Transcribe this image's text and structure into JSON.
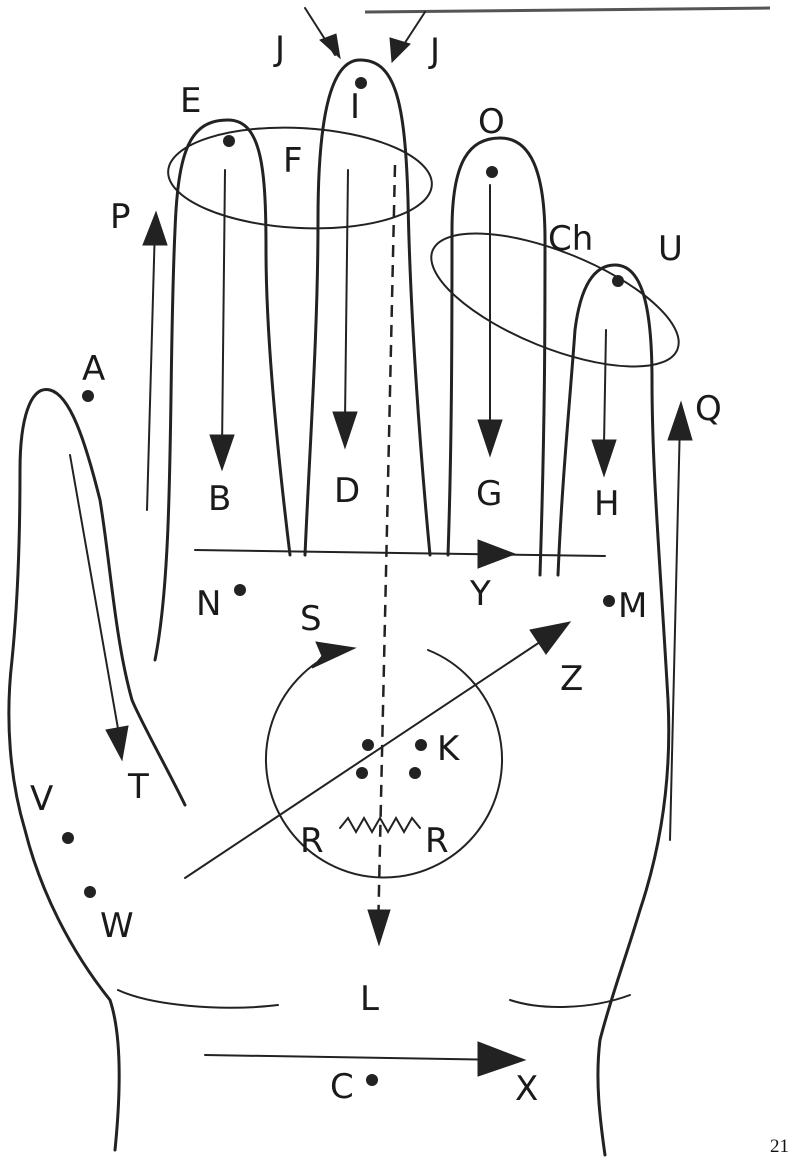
{
  "points": {
    "A": "A",
    "B": "B",
    "C": "C",
    "Ch": "Ch",
    "D": "D",
    "E": "E",
    "F": "F",
    "G": "G",
    "H": "H",
    "I": "I",
    "J_left": "J",
    "J_right": "J",
    "K": "K",
    "L": "L",
    "M": "M",
    "N": "N",
    "O": "O",
    "P": "P",
    "Q": "Q",
    "R_left": "R",
    "R_right": "R",
    "S": "S",
    "T": "T",
    "U": "U",
    "V": "V",
    "W": "W",
    "X": "X",
    "Y": "Y",
    "Z": "Z"
  },
  "page_number": "21"
}
